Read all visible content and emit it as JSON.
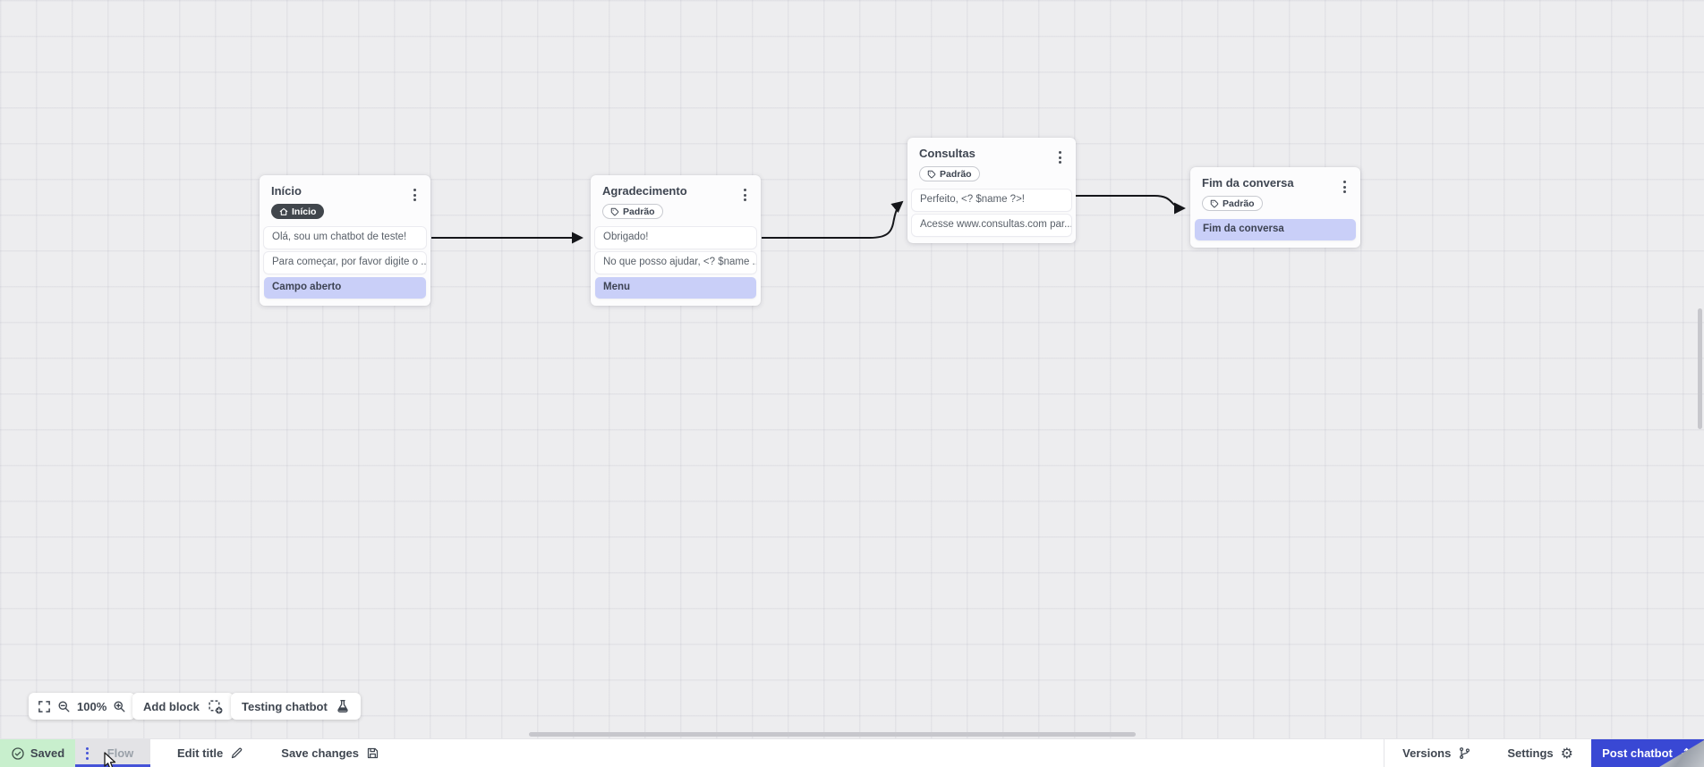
{
  "canvas": {
    "nodes": [
      {
        "title": "Início",
        "badge_label": "Início",
        "rows": [
          {
            "text": "Olá, sou um chatbot de teste!"
          },
          {
            "text": "Para começar, por favor digite o ..."
          },
          {
            "text": "Campo aberto"
          }
        ]
      },
      {
        "title": "Agradecimento",
        "tag_label": "Padrão",
        "rows": [
          {
            "text": "Obrigado!"
          },
          {
            "text": "No que posso ajudar, <? $name ..."
          },
          {
            "text": "Menu"
          }
        ]
      },
      {
        "title": "Consultas",
        "tag_label": "Padrão",
        "rows": [
          {
            "text": "Perfeito, <? $name ?>!"
          },
          {
            "text": "Acesse www.consultas.com par..."
          }
        ]
      },
      {
        "title": "Fim da conversa",
        "tag_label": "Padrão",
        "rows": [
          {
            "text": "Fim da conversa"
          }
        ]
      }
    ]
  },
  "toolbar": {
    "zoom_level": "100%",
    "add_block": "Add block",
    "testing_chatbot": "Testing chatbot"
  },
  "statusbar": {
    "saved": "Saved",
    "flow_tab": "Flow",
    "edit_title": "Edit title",
    "save_changes": "Save changes",
    "versions": "Versions",
    "settings": "Settings",
    "post_chatbot": "Post chatbot"
  },
  "colors": {
    "accent_blue": "#3948d4",
    "tab_underline": "#4553d8",
    "saved_green_bg": "#c8efcd",
    "lavender_row": "#c9cff8",
    "start_badge_bg": "#41464c",
    "canvas_bg": "#ededef",
    "arrow": "#15161a"
  }
}
